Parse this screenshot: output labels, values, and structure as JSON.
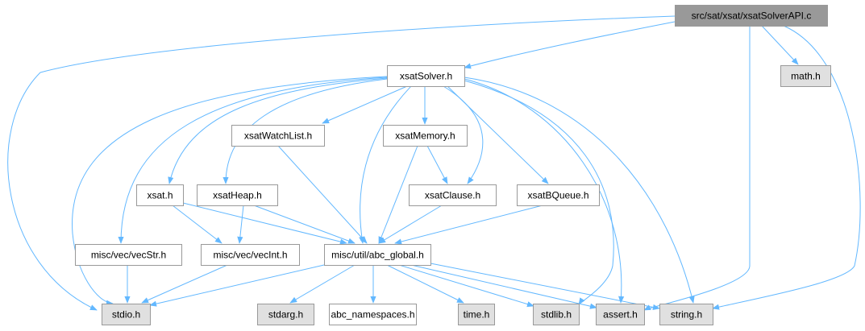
{
  "colors": {
    "edge": "#63b8ff",
    "root_fill": "#999999",
    "root_border": "#666666",
    "internal_fill": "#ffffff",
    "system_fill": "#e0e0e0",
    "border": "#999999"
  },
  "nodes": [
    {
      "id": "root",
      "label": "src/sat/xsat/xsatSolverAPI.c",
      "kind": "root"
    },
    {
      "id": "xsatSolver",
      "label": "xsatSolver.h",
      "kind": "internal"
    },
    {
      "id": "math",
      "label": "math.h",
      "kind": "system"
    },
    {
      "id": "xsatWatchList",
      "label": "xsatWatchList.h",
      "kind": "internal"
    },
    {
      "id": "xsatMemory",
      "label": "xsatMemory.h",
      "kind": "internal"
    },
    {
      "id": "xsat",
      "label": "xsat.h",
      "kind": "internal"
    },
    {
      "id": "xsatHeap",
      "label": "xsatHeap.h",
      "kind": "internal"
    },
    {
      "id": "xsatClause",
      "label": "xsatClause.h",
      "kind": "internal"
    },
    {
      "id": "xsatBQueue",
      "label": "xsatBQueue.h",
      "kind": "internal"
    },
    {
      "id": "vecStr",
      "label": "misc/vec/vecStr.h",
      "kind": "internal"
    },
    {
      "id": "vecInt",
      "label": "misc/vec/vecInt.h",
      "kind": "internal"
    },
    {
      "id": "abc_global",
      "label": "misc/util/abc_global.h",
      "kind": "internal"
    },
    {
      "id": "stdio",
      "label": "stdio.h",
      "kind": "system"
    },
    {
      "id": "stdarg",
      "label": "stdarg.h",
      "kind": "system"
    },
    {
      "id": "abc_namespaces",
      "label": "abc_namespaces.h",
      "kind": "internal"
    },
    {
      "id": "time",
      "label": "time.h",
      "kind": "system"
    },
    {
      "id": "stdlib",
      "label": "stdlib.h",
      "kind": "system"
    },
    {
      "id": "assert",
      "label": "assert.h",
      "kind": "system"
    },
    {
      "id": "string",
      "label": "string.h",
      "kind": "system"
    }
  ],
  "edges": [
    [
      "root",
      "xsatSolver"
    ],
    [
      "root",
      "stdio"
    ],
    [
      "root",
      "math"
    ],
    [
      "root",
      "assert"
    ],
    [
      "root",
      "string"
    ],
    [
      "xsatSolver",
      "xsatWatchList"
    ],
    [
      "xsatSolver",
      "xsatMemory"
    ],
    [
      "xsatSolver",
      "xsat"
    ],
    [
      "xsatSolver",
      "xsatHeap"
    ],
    [
      "xsatSolver",
      "xsatClause"
    ],
    [
      "xsatSolver",
      "xsatBQueue"
    ],
    [
      "xsatSolver",
      "vecStr"
    ],
    [
      "xsatSolver",
      "abc_global"
    ],
    [
      "xsatSolver",
      "stdio"
    ],
    [
      "xsatSolver",
      "stdlib"
    ],
    [
      "xsatSolver",
      "assert"
    ],
    [
      "xsatSolver",
      "string"
    ],
    [
      "xsatWatchList",
      "abc_global"
    ],
    [
      "xsatMemory",
      "xsatClause"
    ],
    [
      "xsatMemory",
      "abc_global"
    ],
    [
      "xsat",
      "vecInt"
    ],
    [
      "xsat",
      "abc_global"
    ],
    [
      "xsatHeap",
      "vecInt"
    ],
    [
      "xsatHeap",
      "abc_global"
    ],
    [
      "xsatClause",
      "abc_global"
    ],
    [
      "xsatBQueue",
      "abc_global"
    ],
    [
      "vecStr",
      "stdio"
    ],
    [
      "vecInt",
      "stdio"
    ],
    [
      "abc_global",
      "stdio"
    ],
    [
      "abc_global",
      "stdarg"
    ],
    [
      "abc_global",
      "abc_namespaces"
    ],
    [
      "abc_global",
      "time"
    ],
    [
      "abc_global",
      "stdlib"
    ],
    [
      "abc_global",
      "assert"
    ],
    [
      "abc_global",
      "string"
    ]
  ]
}
